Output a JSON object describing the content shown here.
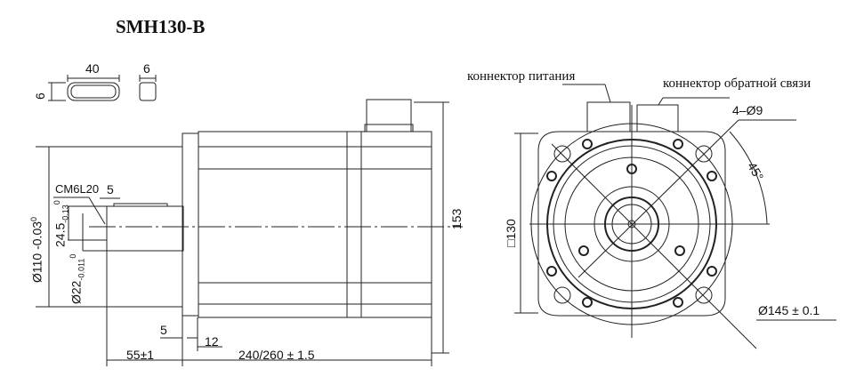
{
  "title": "SMH130-B",
  "key_view": {
    "length": "40",
    "height": "6",
    "width": "6"
  },
  "side_view": {
    "thread": "CM6L20",
    "keyway_offset": "5",
    "flange_dia": "Ø110",
    "flange_tol_upper": "0",
    "flange_tol_lower": "-0.03",
    "key_height": "24.5",
    "key_tol_upper": "0",
    "key_tol_lower": "-0.13",
    "shaft_dia": "Ø22",
    "shaft_tol_upper": "0",
    "shaft_tol_lower": "-0.011",
    "flange_step": "5",
    "flange_thickness": "12",
    "shaft_length": "55±1",
    "body_length": "240/260 ± 1.5",
    "height": "153"
  },
  "front_view": {
    "power_connector": "коннектор питания",
    "feedback_connector": "коннектор обратной связи",
    "holes": "4–Ø9",
    "angle": "45°",
    "square": "□130",
    "pcd": "Ø145 ± 0.1"
  }
}
